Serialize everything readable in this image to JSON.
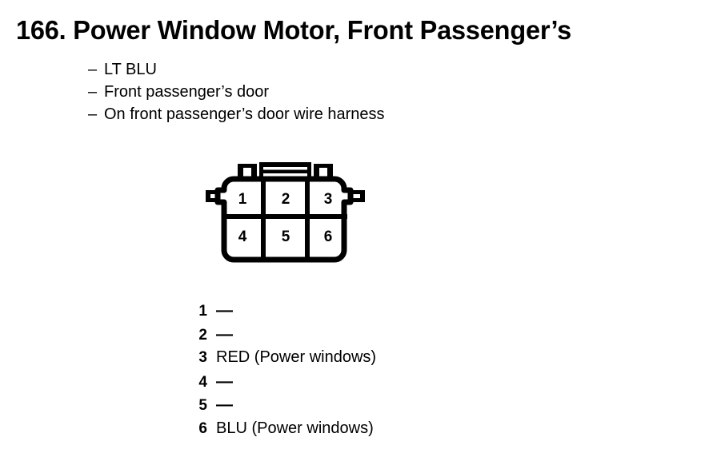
{
  "title": "166. Power Window Motor, Front Passenger’s",
  "description": {
    "bullet": "–",
    "items": [
      "LT BLU",
      "Front passenger’s door",
      "On front passenger’s door wire harness"
    ]
  },
  "connector": {
    "name": "6-pin connector",
    "pins": [
      {
        "number": "1"
      },
      {
        "number": "2"
      },
      {
        "number": "3"
      },
      {
        "number": "4"
      },
      {
        "number": "5"
      },
      {
        "number": "6"
      }
    ]
  },
  "legend": {
    "rows": [
      {
        "number": "1",
        "desc": "—"
      },
      {
        "number": "2",
        "desc": "—"
      },
      {
        "number": "3",
        "desc": "RED (Power windows)"
      },
      {
        "number": "4",
        "desc": "—"
      },
      {
        "number": "5",
        "desc": "—"
      },
      {
        "number": "6",
        "desc": "BLU (Power windows)"
      }
    ]
  },
  "colors": {
    "ink": "#000000",
    "paper": "#ffffff"
  }
}
